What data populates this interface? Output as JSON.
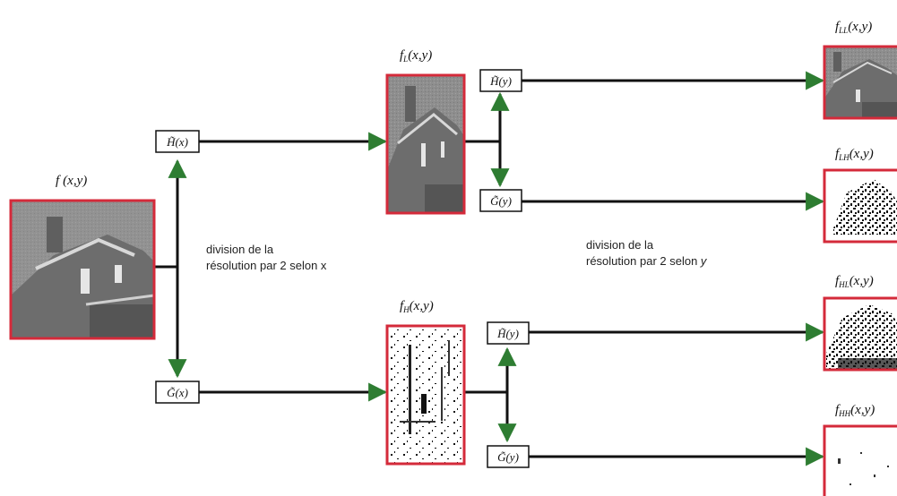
{
  "images": {
    "input": {
      "label_main": "f",
      "label_sub": "",
      "label_args": "(x,y)"
    },
    "L": {
      "label_main": "f",
      "label_sub": "L",
      "label_args": "(x,y)"
    },
    "H": {
      "label_main": "f",
      "label_sub": "H",
      "label_args": "(x,y)"
    },
    "LL": {
      "label_main": "f",
      "label_sub": "LL",
      "label_args": "(x,y)"
    },
    "LH": {
      "label_main": "f",
      "label_sub": "LH",
      "label_args": "(x,y)"
    },
    "HL": {
      "label_main": "f",
      "label_sub": "HL",
      "label_args": "(x,y)"
    },
    "HH": {
      "label_main": "f",
      "label_sub": "HH",
      "label_args": "(x,y)"
    }
  },
  "filters": {
    "hx": "H̃(x)",
    "gx": "G̃(x)",
    "hy1": "H̃(y)",
    "gy1": "G̃(y)",
    "hy2": "H̃(y)",
    "gy2": "G̃(y)"
  },
  "captions": {
    "x_line1": "division de la",
    "x_line2": "résolution par 2 selon x",
    "y_line1": "division de la",
    "y_line2": "résolution par 2 selon ",
    "y_var": "y"
  },
  "colors": {
    "frame": "#d42a3a",
    "arrow": "#2e7d32",
    "line": "#111111"
  }
}
